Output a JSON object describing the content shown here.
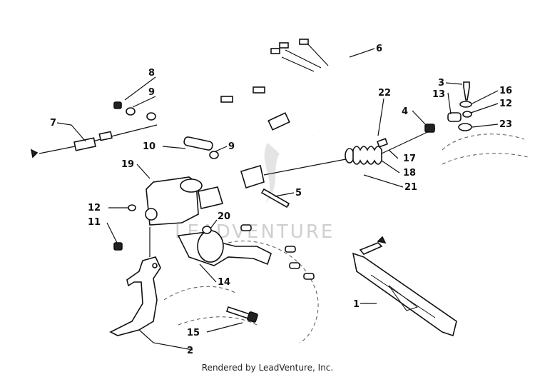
{
  "watermark": "LEADVENTURE",
  "footer": "Rendered by LeadVenture, Inc.",
  "callouts": [
    "1",
    "2",
    "3",
    "4",
    "5",
    "6",
    "7",
    "8",
    "9",
    "9",
    "10",
    "11",
    "12",
    "12",
    "13",
    "14",
    "15",
    "16",
    "17",
    "18",
    "19",
    "20",
    "21",
    "22",
    "23"
  ]
}
